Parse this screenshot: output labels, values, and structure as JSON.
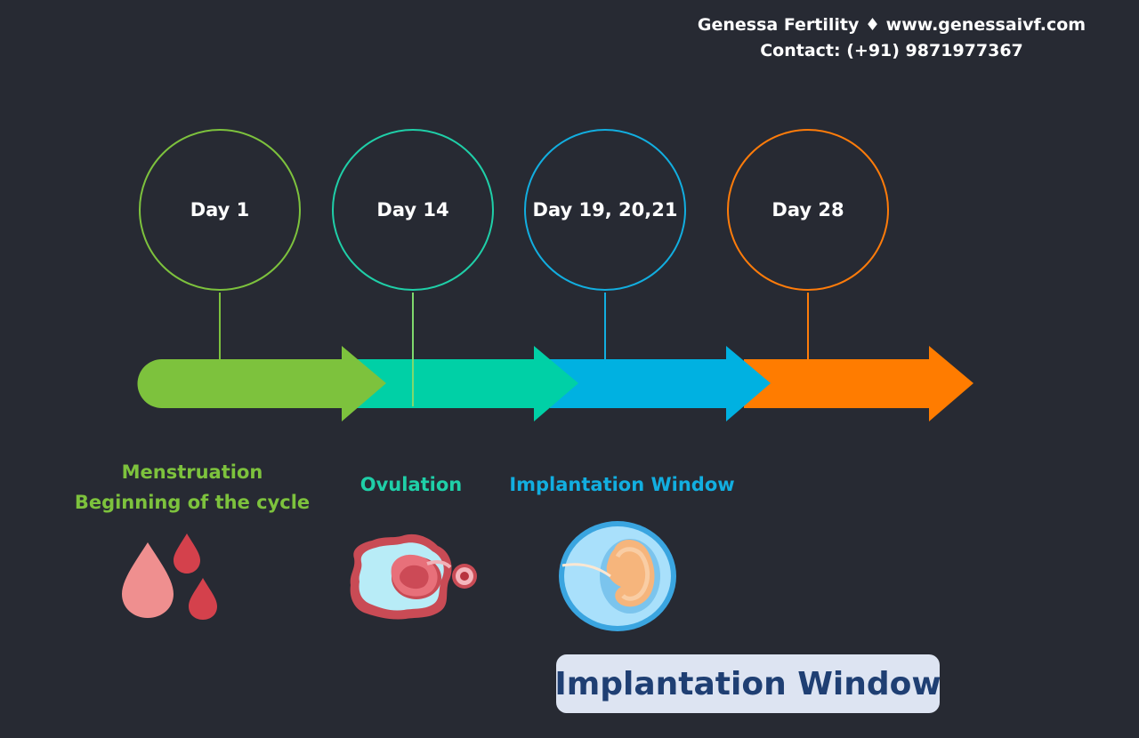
{
  "brand": {
    "line1": "Genessa Fertility ♦ www.genessaivf.com",
    "line2": "Contact: (+91) 9871977367"
  },
  "timeline": {
    "days": [
      {
        "label": "Day 1",
        "color": "#7dc23d"
      },
      {
        "label": "Day 14",
        "color": "#1fcfa8"
      },
      {
        "label": "Day 19, 20,21",
        "color": "#12aee0"
      },
      {
        "label": "Day 28",
        "color": "#ff7c0a"
      }
    ],
    "arrow_colors": [
      "#7dc23d",
      "#00d0a6",
      "#00b1e1",
      "#ff7c00"
    ]
  },
  "stages": {
    "menstruation": {
      "line1": "Menstruation",
      "line2": "Beginning of the cycle",
      "color": "#7dc23d"
    },
    "ovulation": {
      "label": "Ovulation",
      "color": "#1fcfa8"
    },
    "implantation": {
      "label": "Implantation Window",
      "color": "#12aee0"
    }
  },
  "icons": {
    "menstruation": "blood-drops-icon",
    "ovulation": "ovary-egg-release-icon",
    "implantation": "embryo-icon"
  },
  "cta": {
    "label": "Implantation Window"
  }
}
